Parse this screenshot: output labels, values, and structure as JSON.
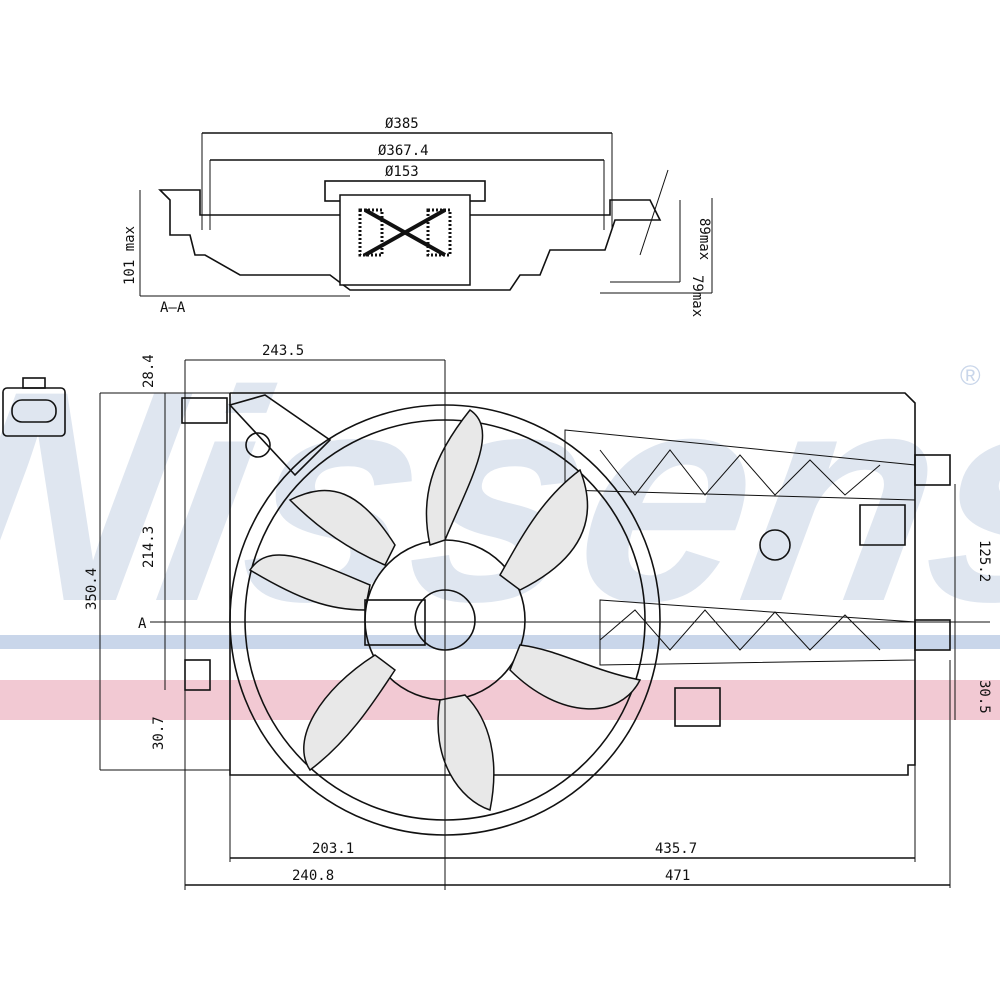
{
  "watermark": {
    "brand": "Nissens",
    "registered": "®",
    "color": "#dfe6f0",
    "stripe_blue": "#c9d6ea",
    "stripe_red": "#f2c9d3"
  },
  "section_view": {
    "label": "A–A",
    "diameters": [
      "Ø385",
      "Ø367.4",
      "Ø153"
    ],
    "height_left": "101 max",
    "height_right_inner": "79max",
    "height_right_outer": "89max"
  },
  "front_view": {
    "section_marker": "A",
    "top_width": "243.5",
    "top_offset": "28.4",
    "left_height_upper": "214.3",
    "overall_height": "350.4",
    "left_height_lower": "30.7",
    "right_height_upper": "125.2",
    "right_height_lower": "30.5",
    "bottom_left_inner": "203.1",
    "bottom_right_inner": "435.7",
    "bottom_left_outer": "240.8",
    "bottom_right_outer": "471"
  }
}
